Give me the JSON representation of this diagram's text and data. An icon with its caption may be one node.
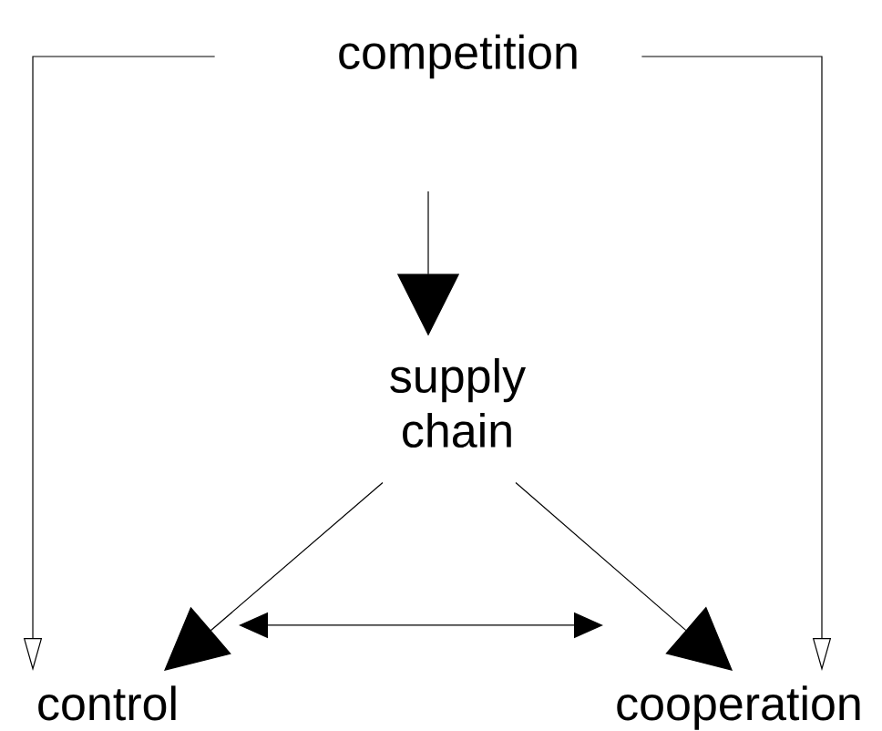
{
  "diagram": {
    "nodes": [
      {
        "text": [
          "competition"
        ]
      },
      {
        "text": [
          "supply chain"
        ]
      },
      {
        "text": [
          "control"
        ]
      },
      {
        "text": [
          "cooperation"
        ]
      }
    ],
    "edges": [
      {
        "from": 0,
        "to": 2,
        "arrow": "to"
      },
      {
        "from": 0,
        "to": 3,
        "arrow": "to"
      },
      {
        "from": null,
        "to": 1,
        "arrow": "to"
      },
      {
        "from": 1,
        "to": 2,
        "arrow": "to"
      },
      {
        "from": 1,
        "to": 3,
        "arrow": "to"
      },
      {
        "from": 2,
        "to": 3,
        "arrow": "both"
      }
    ]
  }
}
